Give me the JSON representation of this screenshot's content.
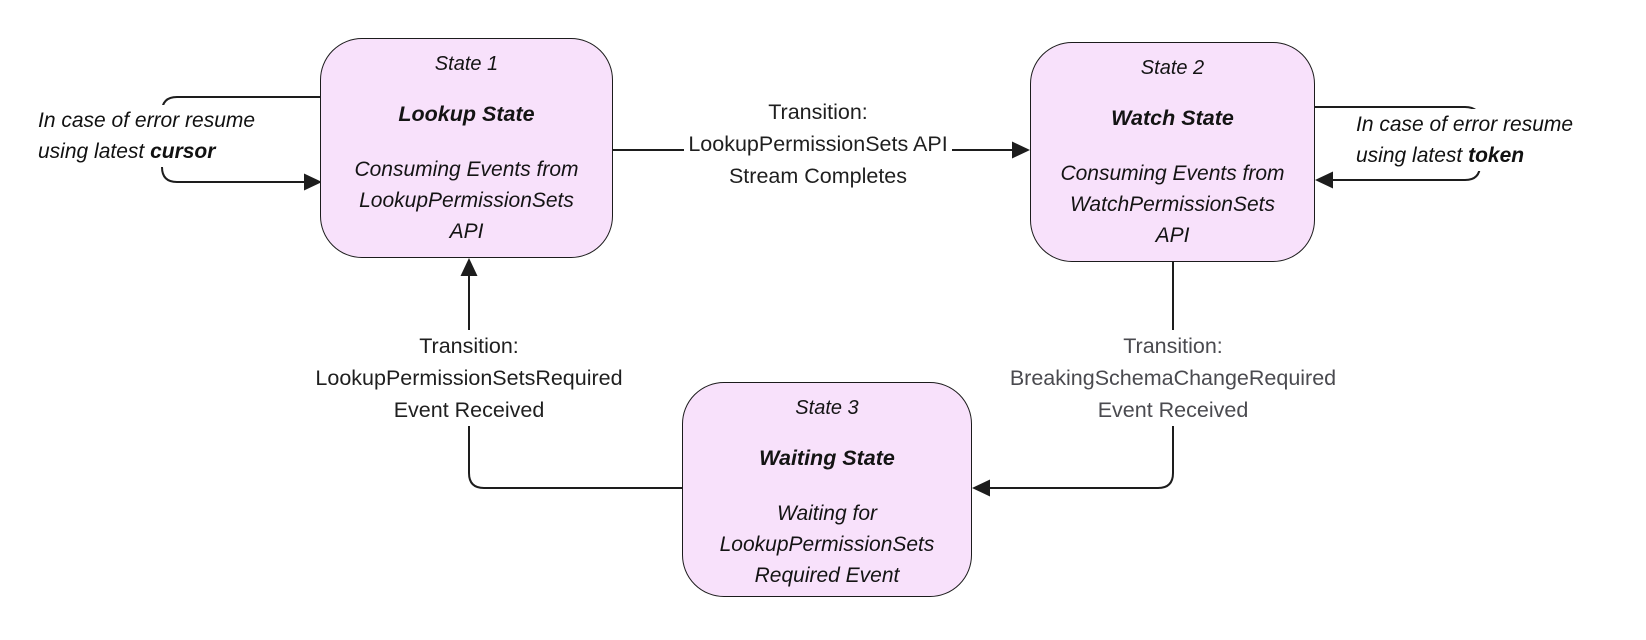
{
  "diagram": {
    "type": "state-machine",
    "background": "#ffffff"
  },
  "colors": {
    "state_fill": "#f8e1fb",
    "state_border": "#1c1c1c",
    "connector": "#1d1d1d",
    "label_dark": "#1f1f1f",
    "label_gray": "#4a4a4f"
  },
  "states": [
    {
      "title": "State 1",
      "name": "Lookup State",
      "description": "Consuming Events from LookupPermissionSets API"
    },
    {
      "title": "State 2",
      "name": "Watch State",
      "description": "Consuming Events from WatchPermissionSets API"
    },
    {
      "title": "State 3",
      "name": "Waiting State",
      "description": "Waiting for LookupPermissionSets Required Event"
    }
  ],
  "transitions": [
    {
      "from": "State 1",
      "to": "State 2",
      "lines": [
        "Transition:",
        "LookupPermissionSets API",
        "Stream Completes"
      ]
    },
    {
      "from": "State 2",
      "to": "State 3",
      "lines": [
        "Transition:",
        "BreakingSchemaChangeRequired",
        "Event Received"
      ]
    },
    {
      "from": "State 3",
      "to": "State 1",
      "lines": [
        "Transition:",
        "LookupPermissionSetsRequired",
        "Event Received"
      ]
    }
  ],
  "annotations": [
    {
      "attached_to": "State 1",
      "line1": "In case of error resume",
      "line2_prefix": "using latest ",
      "line2_bold": "cursor"
    },
    {
      "attached_to": "State 2",
      "line1": "In case of error resume",
      "line2_prefix": "using latest ",
      "line2_bold": "token"
    }
  ]
}
